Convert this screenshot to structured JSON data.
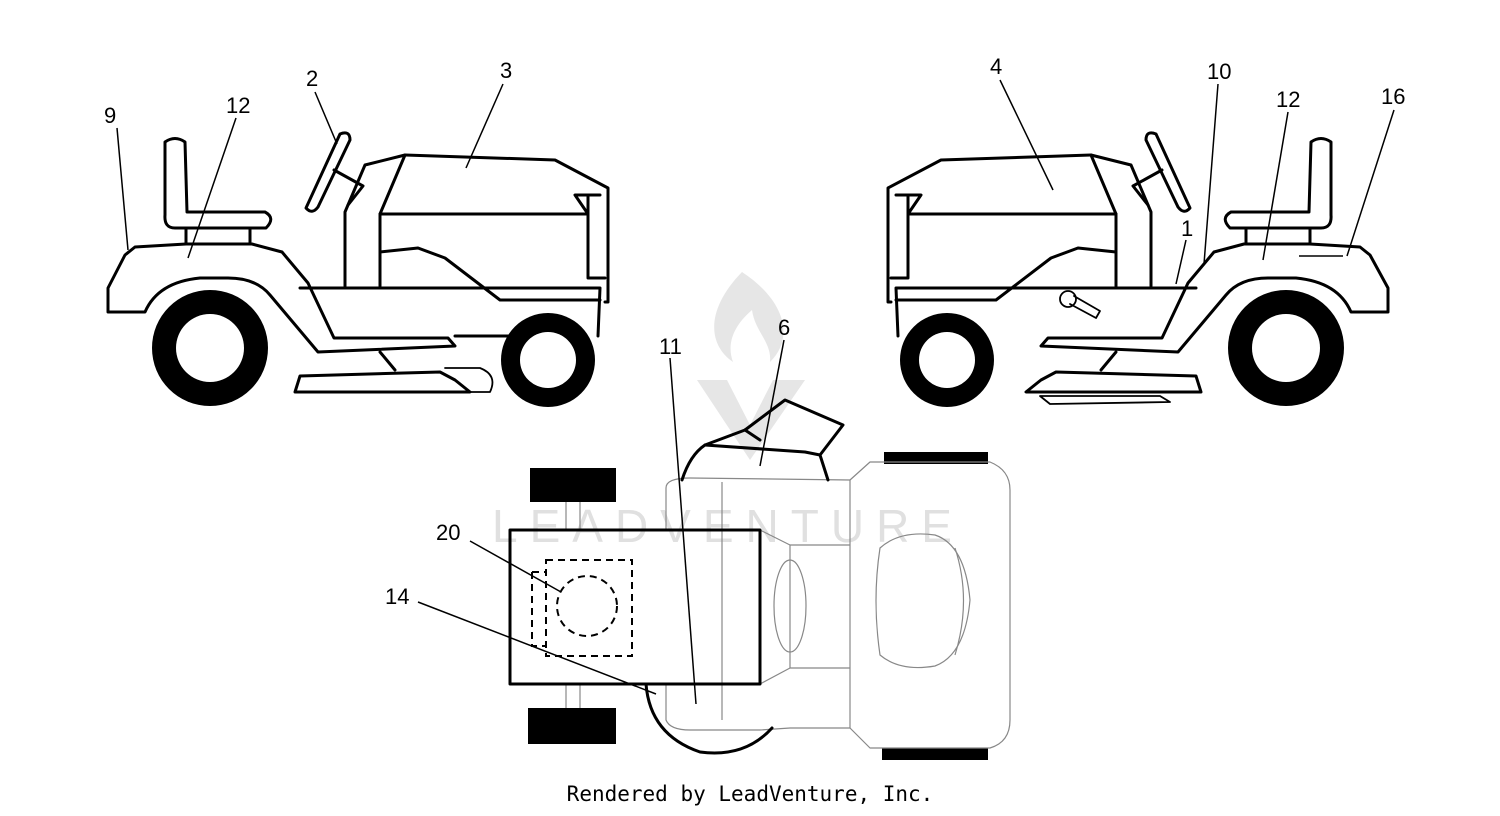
{
  "watermark": {
    "brand": "LEADVENTURE"
  },
  "footer": {
    "text": "Rendered by LeadVenture, Inc."
  },
  "callouts": {
    "left_view": [
      "9",
      "12",
      "2",
      "3"
    ],
    "right_view": [
      "4",
      "10",
      "12",
      "16",
      "1"
    ],
    "top_view": [
      "11",
      "6",
      "20",
      "14"
    ]
  }
}
